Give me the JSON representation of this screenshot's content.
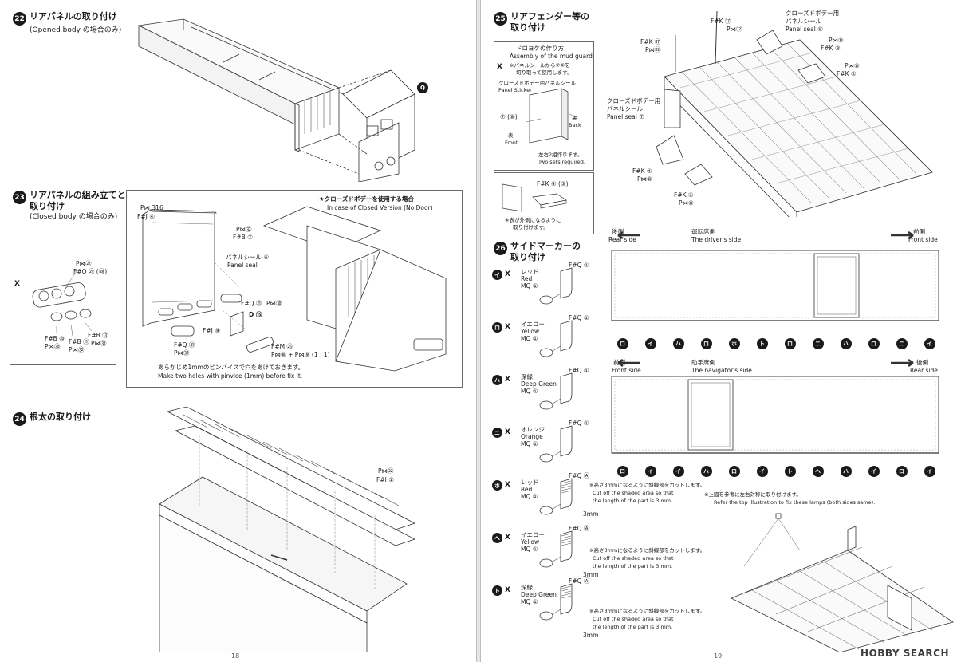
{
  "left_page": {
    "page_number": "18",
    "step22": {
      "num": "22",
      "title": "リアパネルの取り付け",
      "sub": "(Opened body の場合のみ)",
      "callout": "Q"
    },
    "step23": {
      "num": "23",
      "title_1": "リアパネルの組み立てと",
      "title_2": "取り付け",
      "sub": "(Closed body の場合のみ)",
      "closed_note_jp": "★クローズドボデーを使用する場合",
      "closed_note_en": "In case of Closed Version (No Door)",
      "labels": {
        "x_part": "X",
        "p21": "P⋈㉑",
        "fq29": "F#Q ㉙ (㉘)",
        "fb10": "F#B ⑩",
        "p30": "P⋈㉚",
        "fb11": "F#B ⑪",
        "p32": "P⋈㉜",
        "fb13": "F#B ⑬",
        "p32b": "P⋈㉜",
        "p316": "P⋈ 316",
        "fj4": "F#J ④",
        "p32c": "P⋈㉜",
        "fb7": "F#B ⑦",
        "panel_seal_jp": "パネルシール ④",
        "panel_seal_en": "Panel seal",
        "fq31_top": "F#Q ㉑",
        "p30_top": "P⋈㉚",
        "d_part": "D ⑮",
        "fq31": "F#Q ㉛",
        "p30b": "P⋈㉚",
        "fj9": "F#J ⑨",
        "fm25": "F#M ㉕",
        "p8p9": "P⋈⑧ + P⋈⑨ (1 : 1)",
        "hole_jp": "あらかじめ1mmのピンバイスで穴をあけておきます。",
        "hole_en": "Make two holes with pinvice (1mm) before fix it."
      }
    },
    "step24": {
      "num": "24",
      "title": "根太の取り付け",
      "p22": "P⋈㉒",
      "fi1": "F#I ①"
    }
  },
  "right_page": {
    "page_number": "19",
    "step25": {
      "num": "25",
      "title_1": "リアフェンダー等の",
      "title_2": "取り付け",
      "box": {
        "mud_jp": "ドロヨケの作り方",
        "mud_en": "Assembly of the mud guard",
        "x_note_jp_1": "※パネルシールから⑦⑧を",
        "x_note_jp_2": "切り取って使用します。",
        "x_label": "X",
        "closed_seal_jp": "クローズドボデー用パネルシール",
        "closed_seal_en": "Panel Sticker",
        "part78": "⑦ (⑧)",
        "back_jp": "裏",
        "back_en": "Back",
        "front_jp": "表",
        "front_en": "Front",
        "sets_jp": "左右2組作ります。",
        "sets_en": "Two sets required.",
        "fk43": "F#K ④ (③)",
        "outside_jp_1": "※表が外側になるように",
        "outside_jp_2": "取り付けます。"
      },
      "labels": {
        "fk7_top": "F#K ⑰",
        "p12_top": "P⋈⑫",
        "fk7": "F#K ⑰",
        "p12": "P⋈⑫",
        "closed_seal_jp": "クローズドボデー用",
        "closed_seal_jp2": "パネルシール",
        "panel_seal_8": "Panel seal ⑧",
        "p8a": "P⋈⑧",
        "fk3": "F#K ③",
        "p8b": "P⋈⑧",
        "fk2": "F#K ②",
        "closed_seal7_jp": "クローズドボデー用",
        "closed_seal7_jp2": "パネルシール",
        "panel_seal_7": "Panel seal ⑦",
        "fk4": "F#K ④",
        "p8c": "P⋈⑧",
        "fk1": "F#K ①",
        "p8d": "P⋈⑧"
      }
    },
    "side_view_top": {
      "rear_jp": "後側",
      "rear_en": "Rear side",
      "driver_jp": "運転席側",
      "driver_en": "The driver's side",
      "front_jp": "前側",
      "front_en": "Front side",
      "markers": [
        "ロ",
        "イ",
        "ハ",
        "ロ",
        "ホ",
        "ト",
        "ロ",
        "ニ",
        "ハ",
        "ロ",
        "ニ",
        "イ"
      ]
    },
    "side_view_bottom": {
      "front_jp": "前側",
      "front_en": "Front side",
      "navigator_jp": "助手席側",
      "navigator_en": "The navigator's side",
      "rear_jp": "後側",
      "rear_en": "Rear side",
      "markers": [
        "ロ",
        "イ",
        "イ",
        "ハ",
        "ロ",
        "イ",
        "ト",
        "ヘ",
        "ハ",
        "イ",
        "ロ",
        "イ"
      ]
    },
    "step26": {
      "num": "26",
      "title_1": "サイドマーカーの",
      "title_2": "取り付け",
      "markers": [
        {
          "tag": "イ",
          "x": "X",
          "part": "F#Q ①",
          "color_jp": "レッド",
          "color_en": "Red",
          "mq": "MQ ①"
        },
        {
          "tag": "ロ",
          "x": "X",
          "part": "F#Q ①",
          "color_jp": "イエロー",
          "color_en": "Yellow",
          "mq": "MQ ①"
        },
        {
          "tag": "ハ",
          "x": "X",
          "part": "F#Q ①",
          "color_jp": "深緑",
          "color_en": "Deep Green",
          "mq": "MQ ①"
        },
        {
          "tag": "ニ",
          "x": "X",
          "part": "F#Q ①",
          "color_jp": "オレンジ",
          "color_en": "Orange",
          "mq": "MQ ①"
        },
        {
          "tag": "ホ",
          "x": "X",
          "part": "F#Q Ⓐ",
          "color_jp": "レッド",
          "color_en": "Red",
          "mq": "MQ ①"
        },
        {
          "tag": "ヘ",
          "x": "X",
          "part": "F#Q Ⓐ",
          "color_jp": "イエロー",
          "color_en": "Yellow",
          "mq": "MQ ①"
        },
        {
          "tag": "ト",
          "x": "X",
          "part": "F#Q Ⓐ",
          "color_jp": "深緑",
          "color_en": "Deep Green",
          "mq": "MQ ①"
        }
      ],
      "cut_note_jp": "※高さ3mmになるように斜線部をカットします。",
      "cut_note_en_1": "Cut off the shaded area so that",
      "cut_note_en_2": "the length of the part is 3 mm.",
      "dim": "3mm",
      "ref_note_jp": "※上図を参考に左右対称に取り付けます。",
      "ref_note_en": "Refer the top illustration to fix these lamps (both sides same)."
    },
    "logo": "HOBBY SEARCH"
  }
}
